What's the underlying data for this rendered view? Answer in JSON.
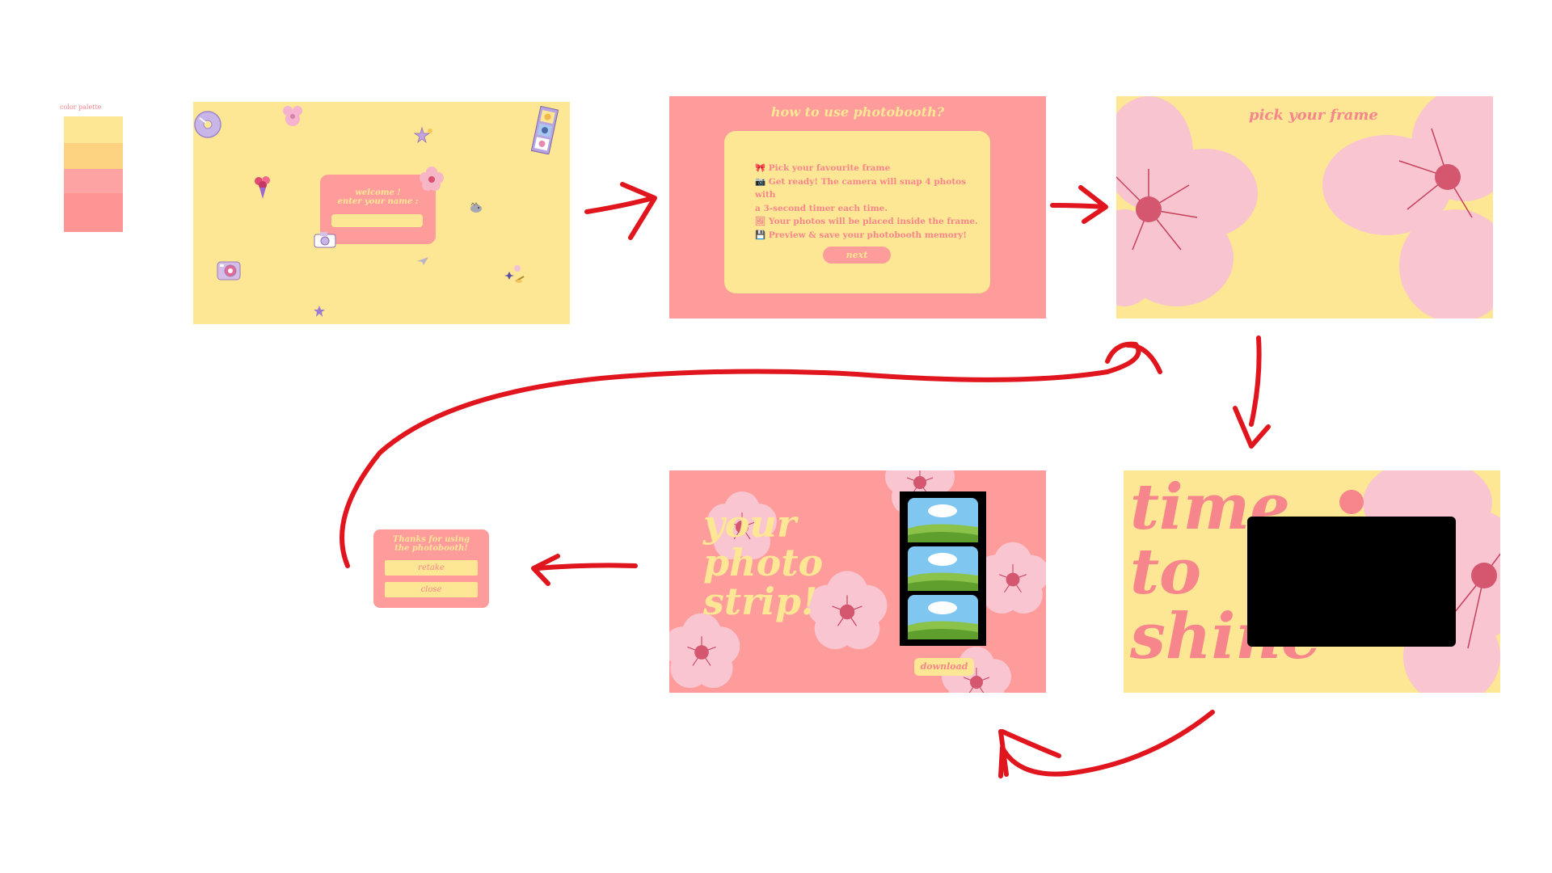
{
  "palette": {
    "label": "color palette",
    "colors": [
      "#fde694",
      "#fdd280",
      "#fda3a3",
      "#fe9494"
    ]
  },
  "screen1": {
    "welcome_line1": "welcome !",
    "welcome_line2": "enter your name :",
    "name_input_value": ""
  },
  "screen2": {
    "title": "how to use photobooth?",
    "steps": [
      "🎀 Pick your favourite frame",
      "📷 Get ready! The camera will snap 4 photos with",
      "a 3-second timer each time.",
      "🖼 Your photos will be placed inside the frame.",
      "💾 Preview & save your photobooth memory!"
    ],
    "next_label": "next"
  },
  "screen3": {
    "title": "pick your frame"
  },
  "screen4": {
    "title_line1": "time",
    "title_line2": "to",
    "title_line3": "shine"
  },
  "screen5": {
    "title_line1": "your",
    "title_line2": "photo",
    "title_line3": "strip!",
    "download_label": "download"
  },
  "screen6": {
    "thanks_line1": "Thanks for using",
    "thanks_line2": "the photobooth!",
    "retake_label": "retake",
    "close_label": "close"
  },
  "colors": {
    "yellow": "#fde694",
    "pink": "#fe9c9c",
    "arrow": "#e0151d",
    "text_pink": "#f7868c",
    "text_yellow": "#fde694"
  },
  "icons": [
    "cd-icon",
    "flower-icon",
    "photo-sticker-icon",
    "star-icon",
    "bouquet-icon",
    "camera-icon",
    "instant-camera-icon",
    "hedgehog-icon",
    "paper-plane-icon",
    "sparkle-icon",
    "cherry-blossom-icon"
  ]
}
